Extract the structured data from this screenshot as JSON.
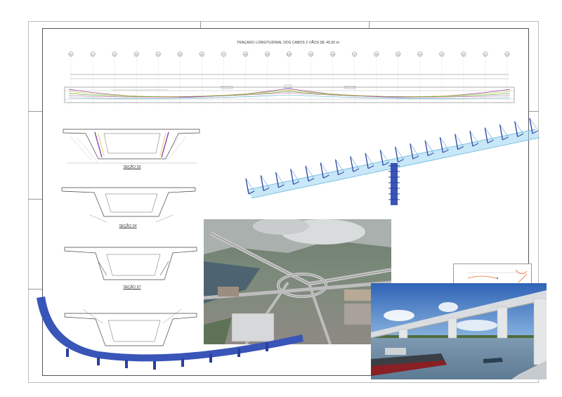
{
  "drawing": {
    "title": "TRAÇADO LONGITUDINAL DOS CABOS 2 VÃOS DE 45,00 m",
    "stations": [
      "S0",
      "S1",
      "S2",
      "S3",
      "S4",
      "S5",
      "S6",
      "S7",
      "S8",
      "S9",
      "S10",
      "S9",
      "S8",
      "S7",
      "S6",
      "S5",
      "S4",
      "S3",
      "S2",
      "S1",
      "S0"
    ]
  },
  "sections": [
    {
      "label": "SEÇÃO S0"
    },
    {
      "label": "SEÇÃO S4"
    },
    {
      "label": "SEÇÃO S7"
    }
  ],
  "colors": {
    "frame": "#555555",
    "blue_model": "#3a55b8",
    "truss_light": "#9ad4f0",
    "truss_dark": "#2b3f9e",
    "sky": "#3b73c6",
    "water": "#6d8fae",
    "cable_purple": "#8a3fb0",
    "cable_yellow": "#d9c94a",
    "cable_green": "#5ab04e"
  }
}
